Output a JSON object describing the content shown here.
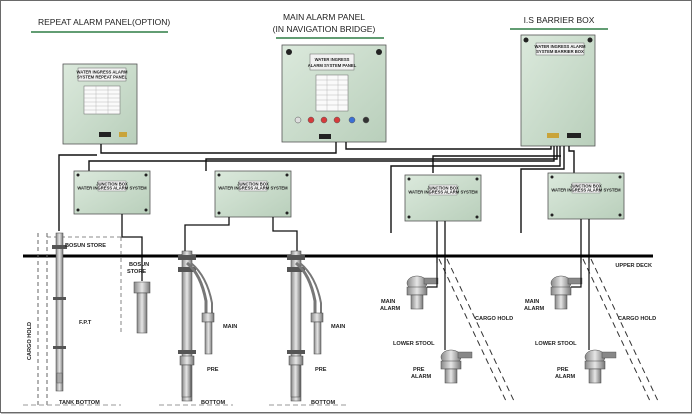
{
  "headers": {
    "repeat_panel": "REPEAT ALARM PANEL(OPTION)",
    "main_panel_line1": "MAIN ALARM PANEL",
    "main_panel_line2": "(IN NAVIGATION BRIDGE)",
    "barrier_box": "I.S BARRIER BOX"
  },
  "plates": {
    "repeat_line1": "WATER INGRESS ALARM",
    "repeat_line2": "SYSTEM REPEAT PANEL",
    "main_line1": "WATER INGRESS",
    "main_line2": "ALARM SYSTEM PANEL",
    "barrier_line1": "WATER INGRESS ALARM",
    "barrier_line2": "SYSTEM BARRIER BOX",
    "junction_line1": "JUNCTION BOX",
    "junction_line2": "WATER INGRESS ALARM SYSTEM"
  },
  "labels": {
    "bosun_store_top": "BOSUN STORE",
    "bosun_store_line1": "BOSUN",
    "bosun_store_line2": "STORE",
    "upper_deck": "UPPER DECK",
    "cargo_hold_vertical": "CARGO HOLD",
    "fpt": "F.P.T",
    "tank_bottom": "TANK BOTTOM",
    "main_1": "MAIN",
    "pre_1": "PRE",
    "bottom_1": "BOTTOM",
    "main_2": "MAIN",
    "pre_2": "PRE",
    "bottom_2": "BOTTOM",
    "main_alarm_1_line1": "MAIN",
    "main_alarm_1_line2": "ALARM",
    "cargo_hold_1": "CARGO HOLD",
    "lower_stool_1": "LOWER STOOL",
    "pre_alarm_1_line1": "PRE",
    "pre_alarm_1_line2": "ALARM",
    "main_alarm_2_line1": "MAIN",
    "main_alarm_2_line2": "ALARM",
    "cargo_hold_2": "CARGO HOLD",
    "lower_stool_2": "LOWER STOOL",
    "pre_alarm_2_line1": "PRE",
    "pre_alarm_2_line2": "ALARM"
  },
  "colors": {
    "panel_green": "#cfe0d0",
    "header_underline": "#2e7d45",
    "indicator_red": "#d63b3b",
    "indicator_blue": "#3b6fd6",
    "lines": "#111111"
  }
}
